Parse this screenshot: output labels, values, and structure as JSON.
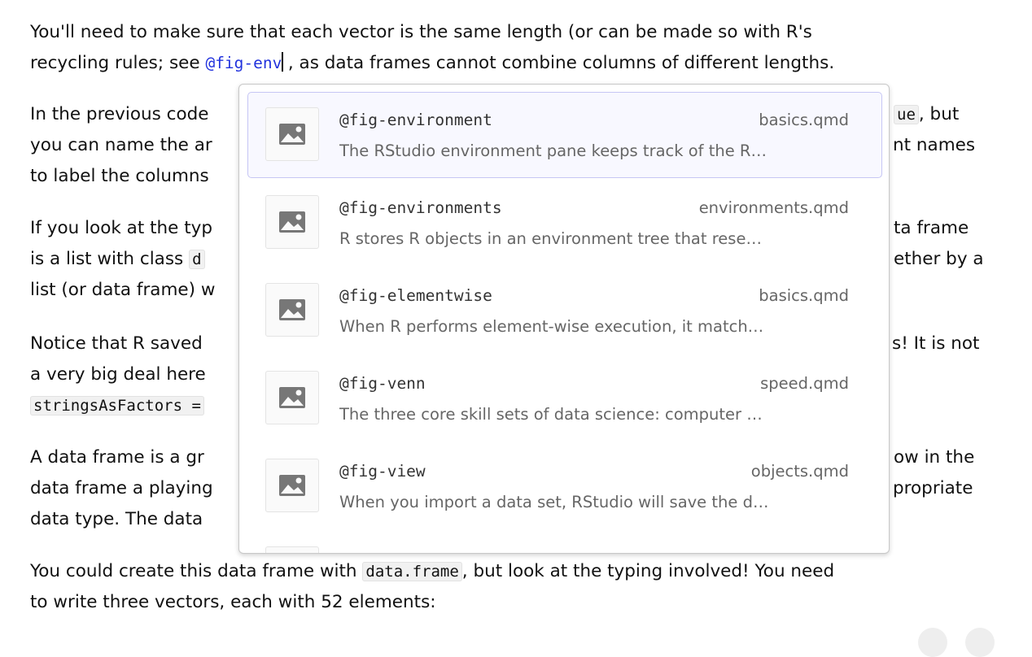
{
  "document": {
    "p1_l1": "You'll need to make sure that each vector is the same length (or can be made so with R's",
    "p1_l2_pre": "recycling rules; see ",
    "p1_l2_ref": "@fig-env",
    "p1_l2_post": ", as data frames cannot combine columns of different lengths.",
    "p2_l1_left": "In the previous code",
    "p2_l1_right_code": "ue",
    "p2_l1_right": ", but",
    "p2_l2_left": "you can name the ar",
    "p2_l2_right": "nt names",
    "p2_l3_left": "to label the columns",
    "p3_l1_left": "If you look at the typ",
    "p3_l1_right": "ta frame",
    "p3_l2_left": "is a list with class ",
    "p3_l2_code": "d",
    "p3_l2_right": "ether by a",
    "p3_l3_left": "list (or data frame) w",
    "p4_l1_left": "Notice that R saved",
    "p4_l1_right": "s! It is not",
    "p4_l2_left": "a very big deal here",
    "p4_l3_code": "stringsAsFactors =",
    "p5_l1_left": "A data frame is a gr",
    "p5_l1_right": "ow in the",
    "p5_l2_left": "data frame a playing",
    "p5_l2_right": "propriate",
    "p5_l3_left": "data type. The data",
    "p6_l1_pre": "You could create this data frame with ",
    "p6_l1_code": "data.frame",
    "p6_l1_post": ", but look at the typing involved! You need",
    "p6_l2": "to write three vectors, each with 52 elements:"
  },
  "autocomplete": {
    "items": [
      {
        "icon": "image-icon",
        "title": "@fig-environment",
        "file": "basics.qmd",
        "desc": "The RStudio environment pane keeps track of the R…",
        "selected": true
      },
      {
        "icon": "image-icon",
        "title": "@fig-environments",
        "file": "environments.qmd",
        "desc": "R stores R objects in an environment tree that rese…"
      },
      {
        "icon": "image-icon",
        "title": "@fig-elementwise",
        "file": "basics.qmd",
        "desc": "When R performs element-wise execution, it match…"
      },
      {
        "icon": "image-icon",
        "title": "@fig-venn",
        "file": "speed.qmd",
        "desc": "The three core skill sets of data science: computer …"
      },
      {
        "icon": "image-icon",
        "title": "@fig-view",
        "file": "objects.qmd",
        "desc": "When you import a data set, RStudio will save the d…"
      }
    ]
  },
  "colors": {
    "reference": "#2233dd",
    "selected_border": "#c6c6f4"
  }
}
